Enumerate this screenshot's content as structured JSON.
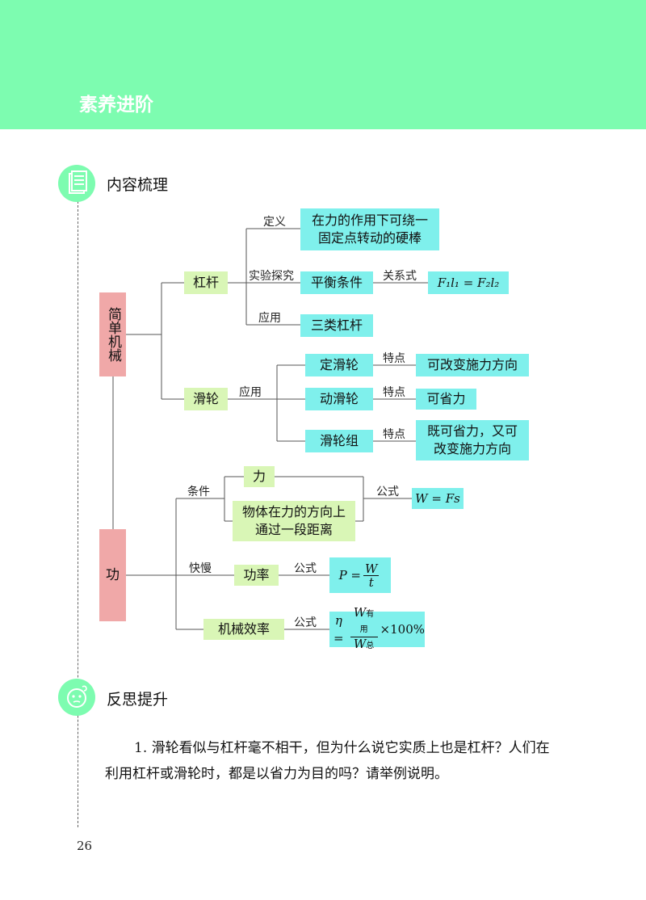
{
  "banner": {
    "title": "素养进阶"
  },
  "section1": {
    "title": "内容梳理",
    "icon": "document-icon"
  },
  "section2": {
    "title": "反思提升",
    "icon": "thinking-face-icon"
  },
  "map": {
    "simple_machine": "简单机械",
    "lever": "杠杆",
    "def_label": "定义",
    "def_text": "在力的作用下可绕一固定点转动的硬棒",
    "exp_label": "实验探究",
    "balance": "平衡条件",
    "relation_label": "关系式",
    "balance_formula": "F₁l₁ = F₂l₂",
    "apply_label": "应用",
    "three_levers": "三类杠杆",
    "pulley": "滑轮",
    "pulley_apply_label": "应用",
    "fixed_pulley": "定滑轮",
    "feature_label": "特点",
    "fixed_feature": "可改变施力方向",
    "moving_pulley": "动滑轮",
    "moving_feature": "可省力",
    "pulley_block": "滑轮组",
    "block_feature": "既可省力，又可改变施力方向",
    "work": "功",
    "cond_label": "条件",
    "force": "力",
    "distance": "物体在力的方向上通过一段距离",
    "formula_label": "公式",
    "work_formula": "W = Fs",
    "speed_label": "快慢",
    "power": "功率",
    "efficiency": "机械效率",
    "power_lhs": "P =",
    "power_num": "W",
    "power_den": "t",
    "eta_lhs": "η =",
    "eta_num": "W",
    "eta_num_sub": "有用",
    "eta_den": "W",
    "eta_den_sub": "总",
    "eta_tail": "×100%"
  },
  "question": {
    "text": "1. 滑轮看似与杠杆毫不相干，但为什么说它实质上也是杠杆？人们在利用杠杆或滑轮时，都是以省力为目的吗？请举例说明。"
  },
  "page_number": "26",
  "colors": {
    "banner": "#7dfcb0",
    "cyan_box": "#7ff0ec",
    "green_box": "#d9f6b6",
    "pink_box": "#f0a8a8"
  }
}
